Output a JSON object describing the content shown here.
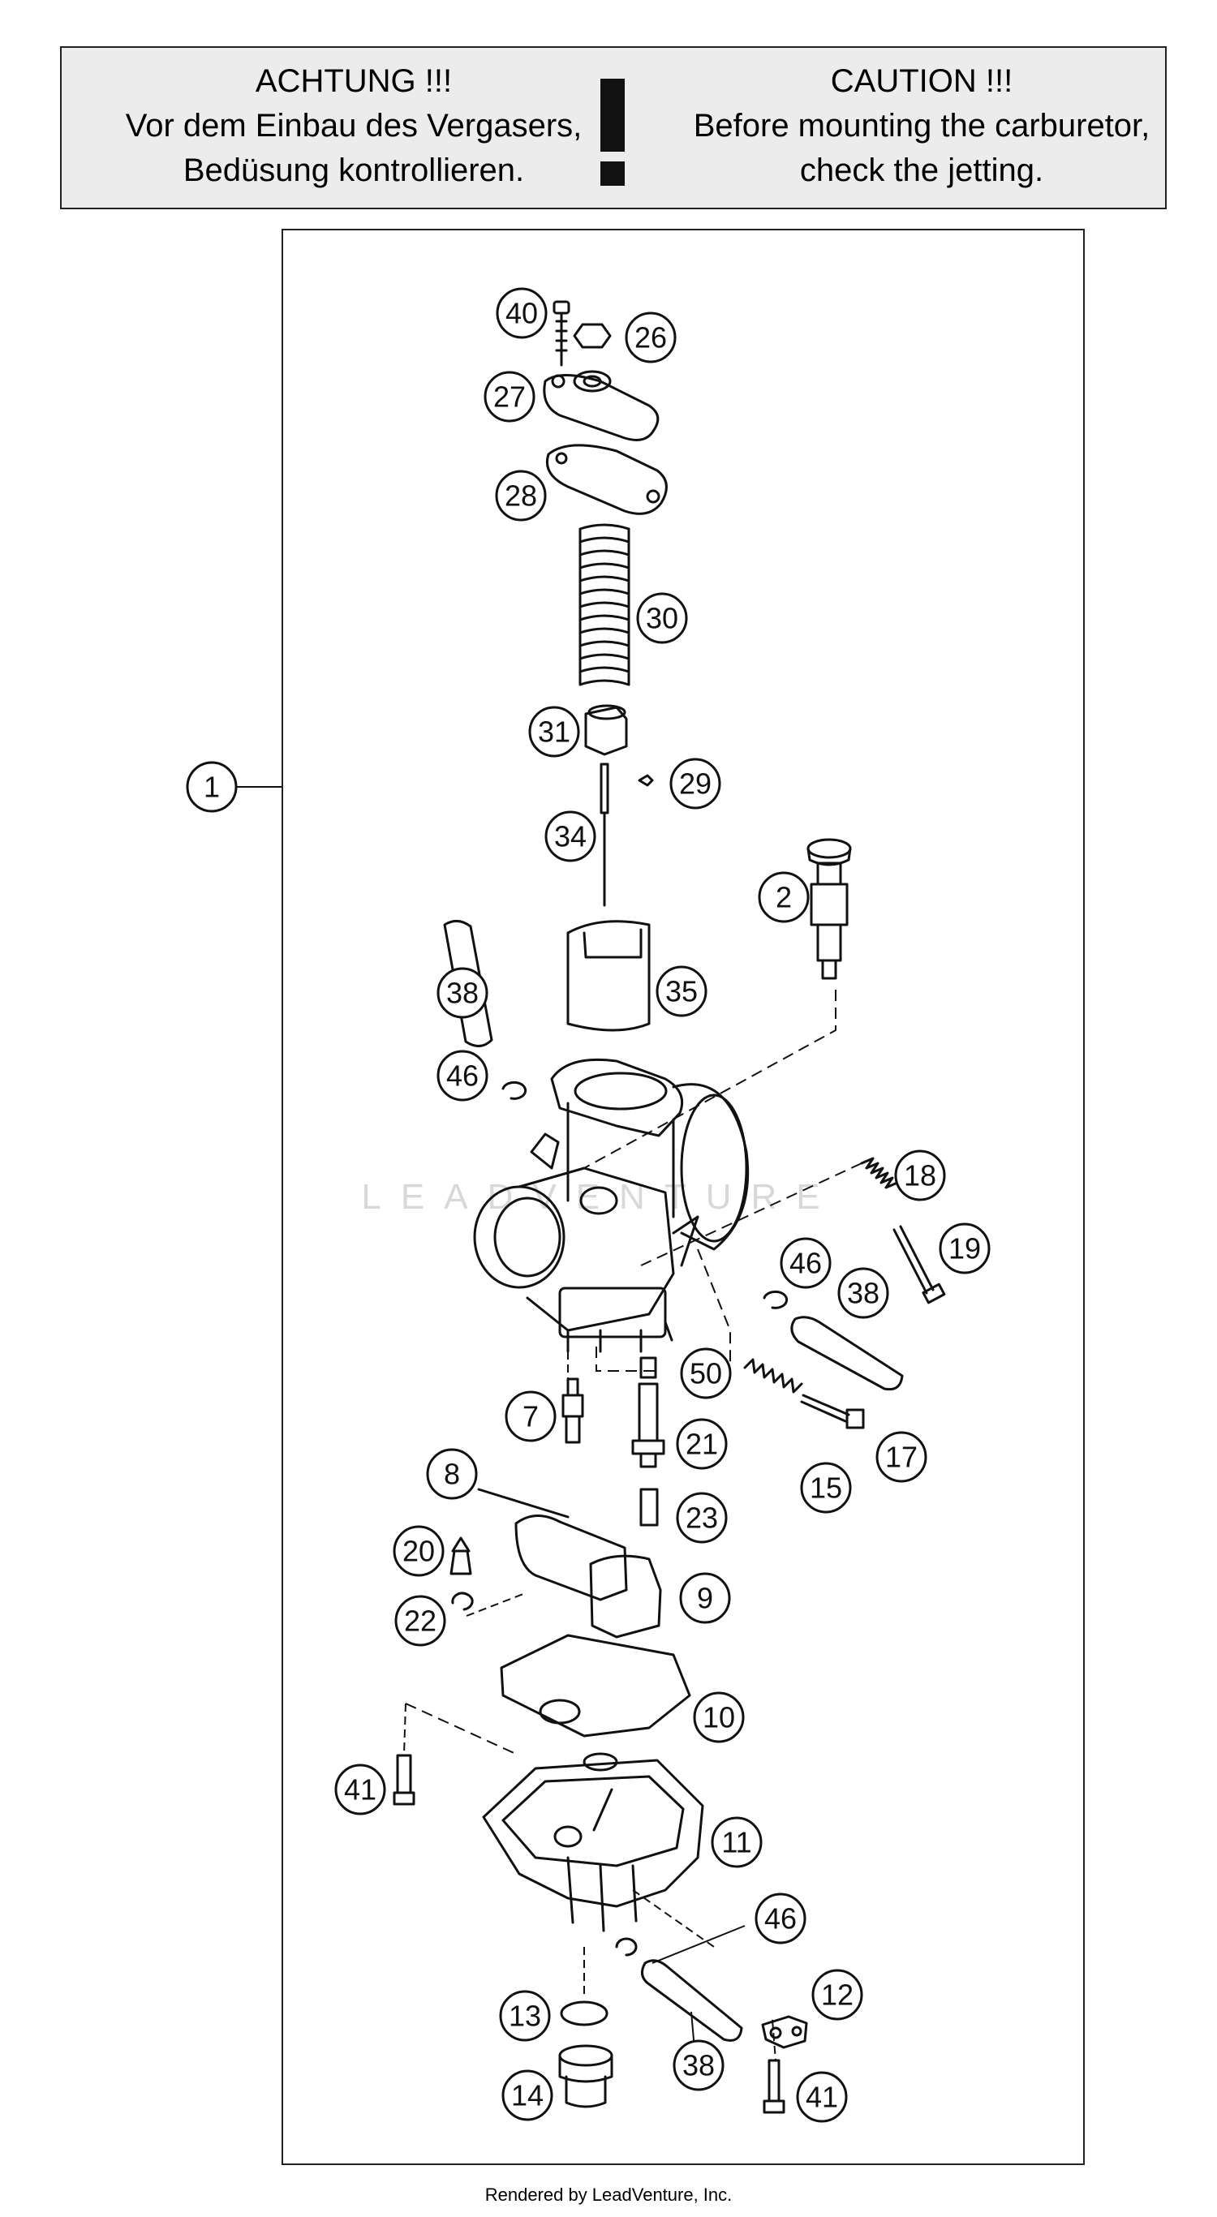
{
  "warning": {
    "german_title": "ACHTUNG !!!",
    "german_line1": "Vor dem Einbau des Vergasers,",
    "german_line2": "Bedüsung kontrollieren.",
    "english_title": "CAUTION !!!",
    "english_line1": "Before mounting the carburetor,",
    "english_line2": "check the jetting."
  },
  "watermark": "LEADVENTURE",
  "footer": "Rendered by LeadVenture, Inc.",
  "callouts": [
    "1",
    "40",
    "26",
    "27",
    "28",
    "30",
    "31",
    "29",
    "34",
    "2",
    "38",
    "35",
    "46",
    "18",
    "19",
    "46",
    "38",
    "50",
    "7",
    "21",
    "15",
    "17",
    "8",
    "23",
    "20",
    "9",
    "22",
    "10",
    "41",
    "11",
    "46",
    "12",
    "13",
    "38",
    "14",
    "41"
  ]
}
